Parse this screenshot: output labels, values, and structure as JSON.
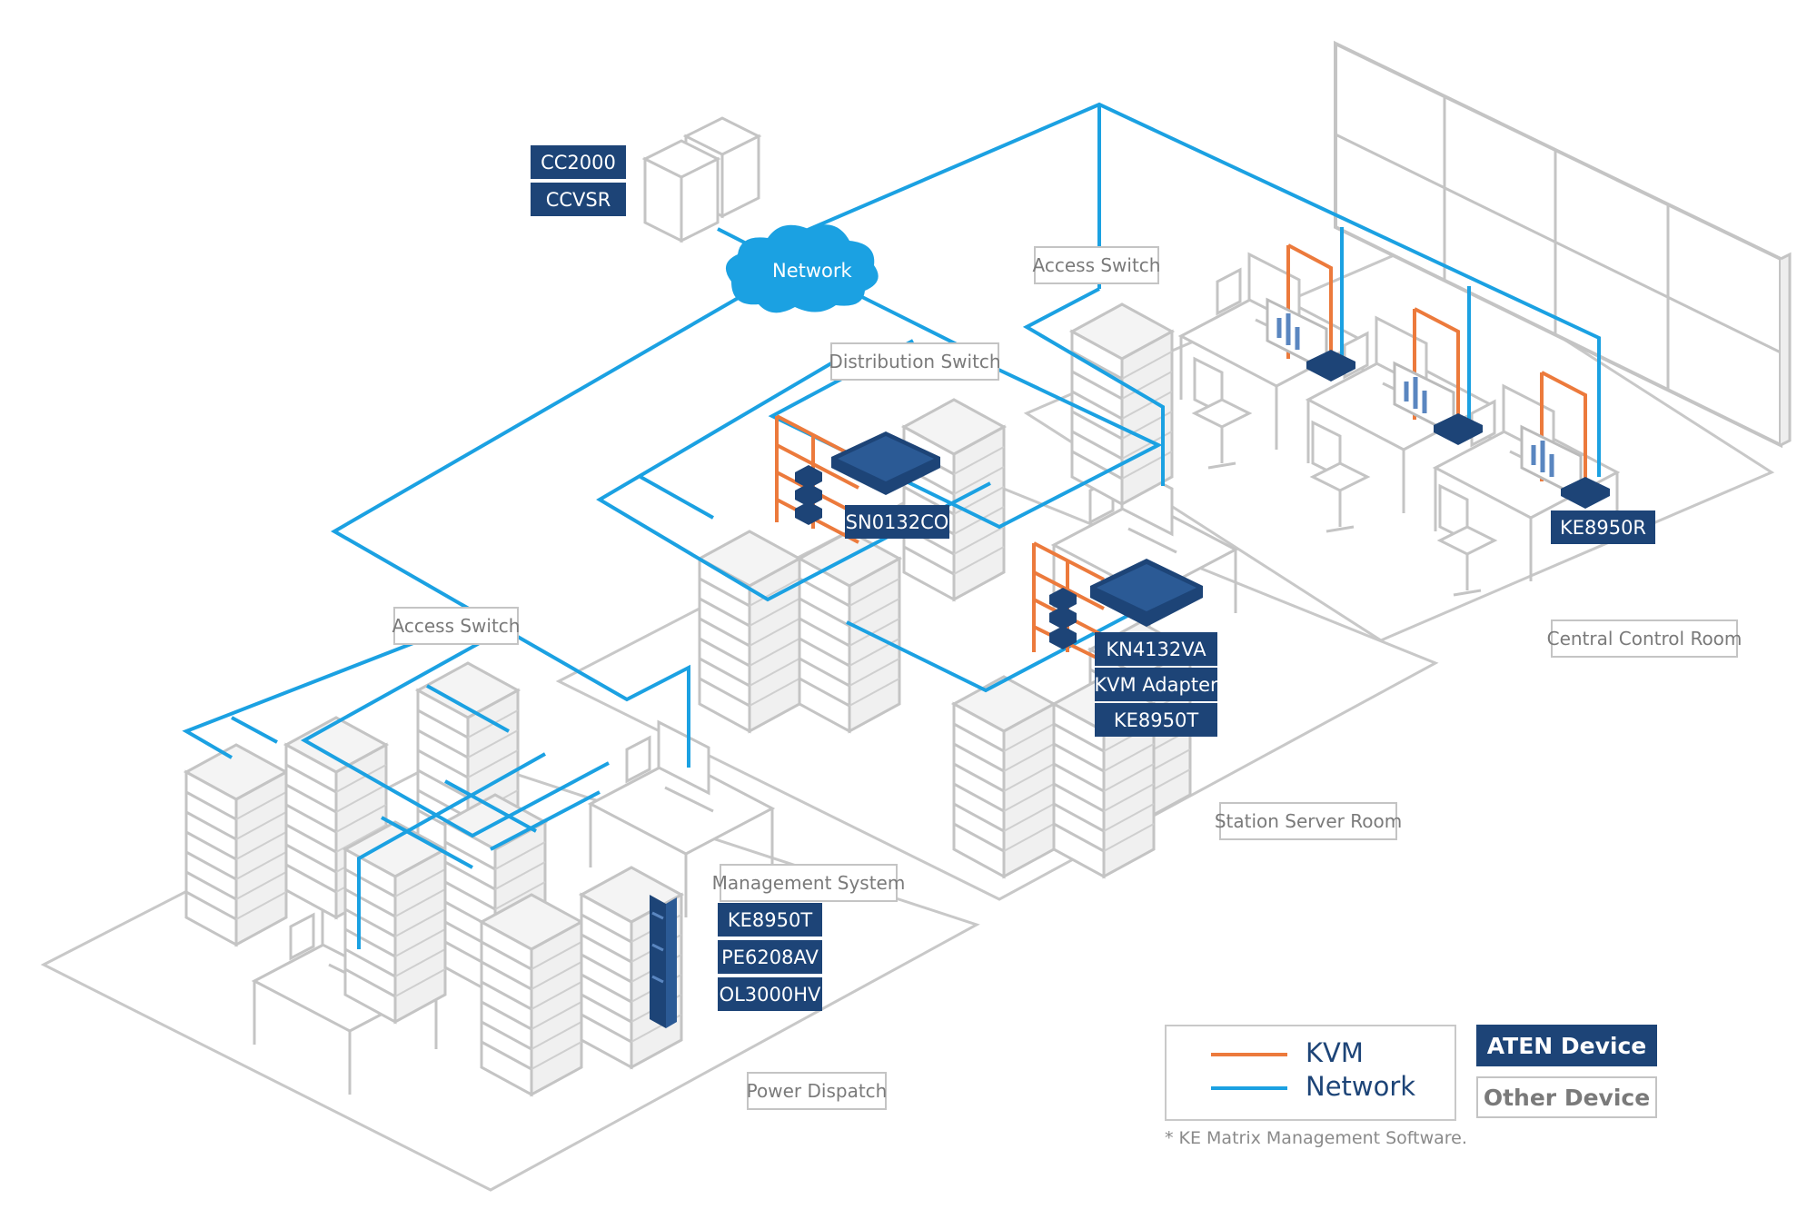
{
  "rooms": {
    "power_dispatch": "Power Dispatch",
    "station_server_room": "Station Server Room",
    "central_control_room": "Central Control Room"
  },
  "switches": {
    "access_left": "Access Switch",
    "access_right": "Access Switch",
    "distribution": "Distribution Switch"
  },
  "network_cloud": "Network",
  "management_system": "Management System",
  "aten_devices": {
    "cc2000": "CC2000",
    "ccvsr": "CCVSR",
    "sn0132co": "SN0132CO",
    "kn4132va": "KN4132VA",
    "kvm_adapter": "KVM Adapter",
    "ke8950t_server": "KE8950T",
    "ke8950r": "KE8950R",
    "ke8950t_dispatch": "KE8950T",
    "pe6208av": "PE6208AV",
    "ol3000hv": "OL3000HV"
  },
  "legend": {
    "kvm": "KVM",
    "network": "Network",
    "aten_device": "ATEN Device",
    "other_device": "Other Device",
    "footnote": "* KE Matrix Management Software."
  },
  "colors": {
    "kvm": "#ec7a3c",
    "network": "#1ba1e2",
    "aten": "#1d4477",
    "outline": "#c4c4c4"
  }
}
